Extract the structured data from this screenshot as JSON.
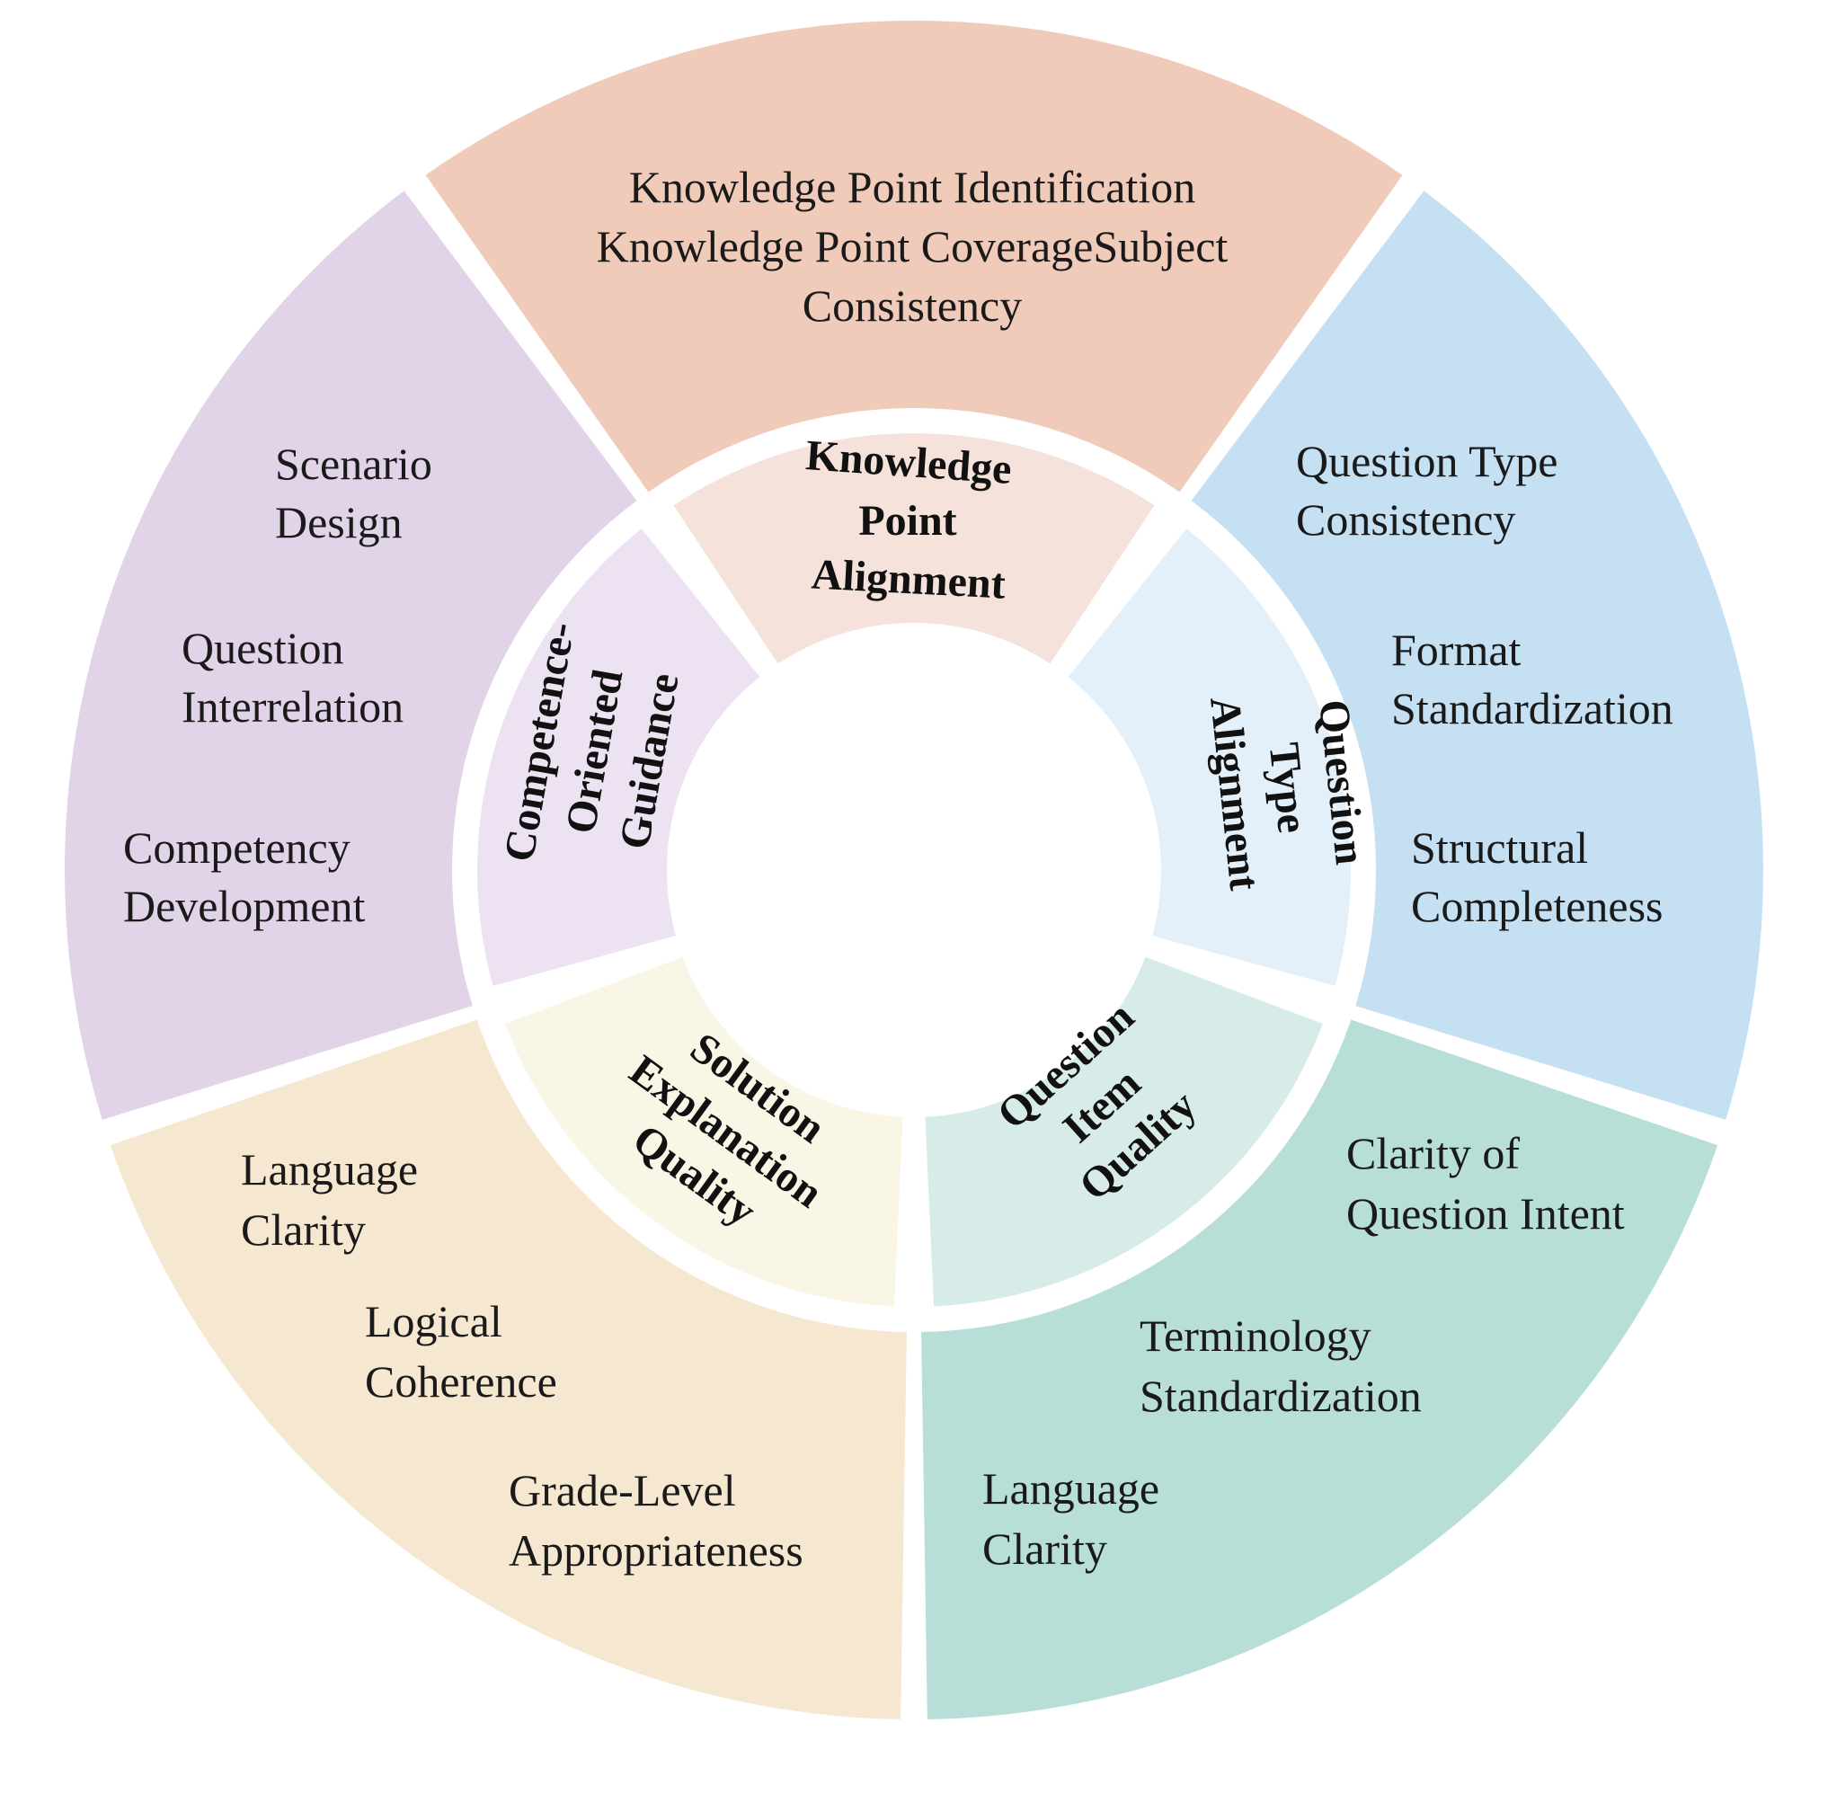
{
  "segments": [
    {
      "id": "knowledge",
      "outer_color": "#F0CBBA",
      "inner_color": "#F5E3DB",
      "inner_label": [
        "Knowledge",
        "Point",
        "Alignment"
      ],
      "outer_lines": [
        "Knowledge Point Identification",
        "Knowledge Point CoverageSubject",
        "Consistency"
      ]
    },
    {
      "id": "question-type",
      "outer_color": "#C6E0F3",
      "inner_color": "#E3EFF9",
      "inner_label": [
        "Question",
        "Type",
        "Alignment"
      ],
      "outer_lines": [
        "Question Type",
        "Consistency",
        "Format",
        "Standardization",
        "Structural",
        "Completeness"
      ]
    },
    {
      "id": "question-item",
      "outer_color": "#B7DED7",
      "inner_color": "#D7ECE9",
      "inner_label": [
        "Question",
        "Item",
        "Quality"
      ],
      "outer_lines": [
        "Clarity of",
        "Question Intent",
        "Terminology",
        "Standardization",
        "Language",
        "Clarity"
      ]
    },
    {
      "id": "solution",
      "outer_color": "#F6E8D0",
      "inner_color": "#FAF6E6",
      "inner_label": [
        "Solution",
        "Explanation",
        "Quality"
      ],
      "outer_lines": [
        "Language",
        "Clarity",
        "Logical",
        "Coherence",
        "Grade-Level",
        "Appropriateness"
      ]
    },
    {
      "id": "competence",
      "outer_color": "#E1D4E9",
      "inner_color": "#EDE2F1",
      "inner_label": [
        "Competence-",
        "Oriented",
        "Guidance"
      ],
      "outer_lines": [
        "Scenario",
        "Design",
        "Question",
        "Interrelation",
        "Competency",
        "Development"
      ]
    }
  ]
}
